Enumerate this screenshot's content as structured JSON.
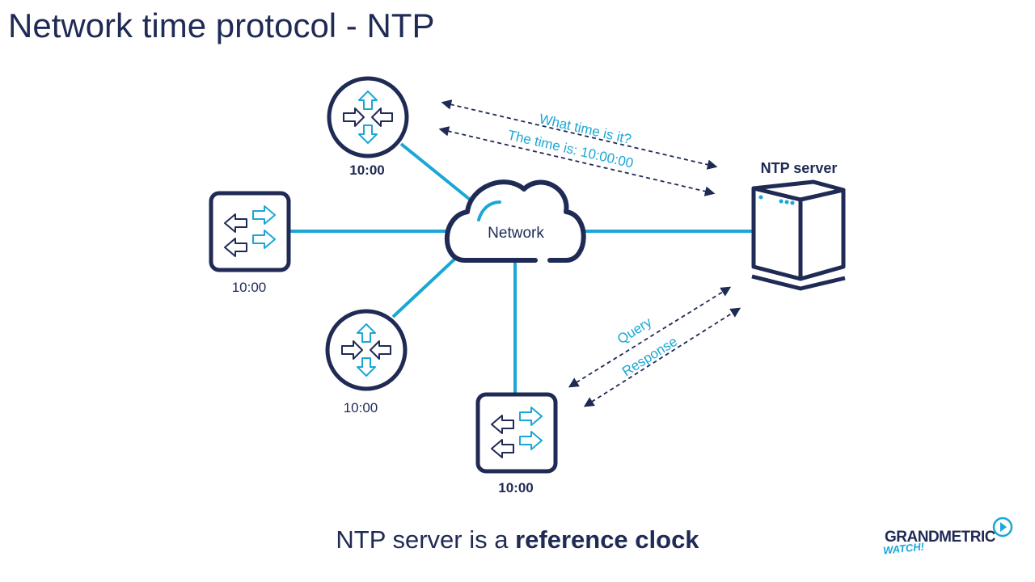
{
  "title": "Network time protocol - NTP",
  "network_label": "Network",
  "server_label": "NTP server",
  "messages": {
    "question": "What time is it?",
    "answer": "The time is: 10:00:00",
    "query": "Query",
    "response": "Response"
  },
  "devices": [
    {
      "type": "router",
      "time": "10:00"
    },
    {
      "type": "switch",
      "time": "10:00"
    },
    {
      "type": "router",
      "time": "10:00"
    },
    {
      "type": "switch",
      "time": "10:00"
    }
  ],
  "caption": {
    "prefix": "NTP server is a ",
    "emphasis": "reference clock"
  },
  "logo": {
    "name": "GRANDMETRIC",
    "sub": "WATCH!"
  },
  "colors": {
    "navy": "#1f2a55",
    "cyan": "#1aa7d6"
  }
}
